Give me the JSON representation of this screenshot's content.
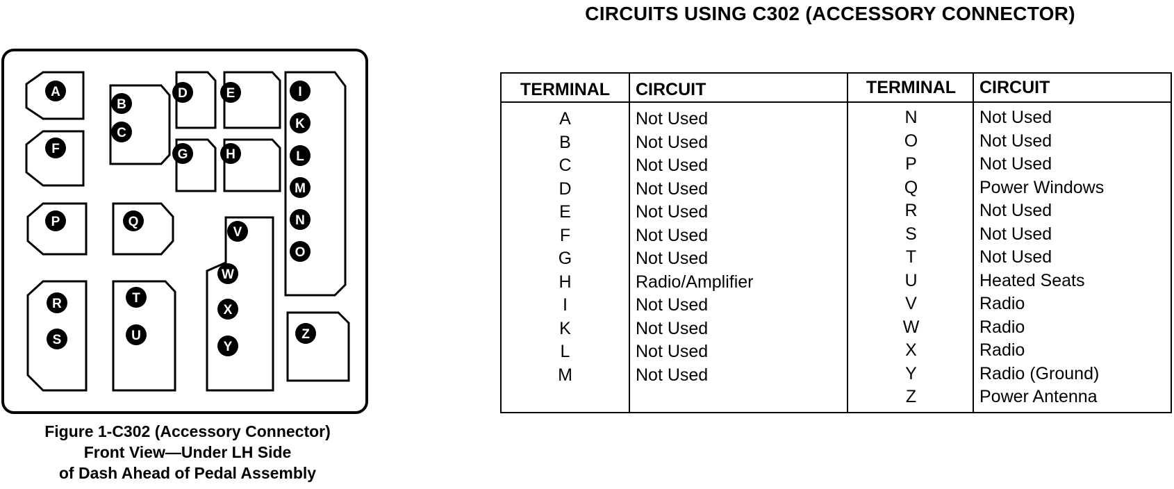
{
  "table": {
    "title": "CIRCUITS USING C302 (ACCESSORY CONNECTOR)",
    "headers": {
      "terminal": "TERMINAL",
      "circuit": "CIRCUIT"
    },
    "left": [
      {
        "terminal": "A",
        "circuit": "Not Used"
      },
      {
        "terminal": "B",
        "circuit": "Not Used"
      },
      {
        "terminal": "C",
        "circuit": "Not Used"
      },
      {
        "terminal": "D",
        "circuit": "Not Used"
      },
      {
        "terminal": "E",
        "circuit": "Not Used"
      },
      {
        "terminal": "F",
        "circuit": "Not Used"
      },
      {
        "terminal": "G",
        "circuit": "Not Used"
      },
      {
        "terminal": "H",
        "circuit": "Radio/Amplifier"
      },
      {
        "terminal": "I",
        "circuit": "Not Used"
      },
      {
        "terminal": "K",
        "circuit": "Not Used"
      },
      {
        "terminal": "L",
        "circuit": "Not Used"
      },
      {
        "terminal": "M",
        "circuit": "Not Used"
      }
    ],
    "right": [
      {
        "terminal": "N",
        "circuit": "Not Used"
      },
      {
        "terminal": "O",
        "circuit": "Not Used"
      },
      {
        "terminal": "P",
        "circuit": "Not Used"
      },
      {
        "terminal": "Q",
        "circuit": "Power Windows"
      },
      {
        "terminal": "R",
        "circuit": "Not Used"
      },
      {
        "terminal": "S",
        "circuit": "Not Used"
      },
      {
        "terminal": "T",
        "circuit": "Not Used"
      },
      {
        "terminal": "U",
        "circuit": "Heated Seats"
      },
      {
        "terminal": "V",
        "circuit": "Radio"
      },
      {
        "terminal": "W",
        "circuit": "Radio"
      },
      {
        "terminal": "X",
        "circuit": "Radio"
      },
      {
        "terminal": "Y",
        "circuit": "Radio (Ground)"
      },
      {
        "terminal": "Z",
        "circuit": "Power Antenna"
      }
    ]
  },
  "figure": {
    "caption": [
      "Figure 1-C302 (Accessory Connector)",
      "Front View—Under LH Side",
      "of Dash Ahead of Pedal Assembly"
    ],
    "pins": [
      "A",
      "B",
      "C",
      "D",
      "E",
      "F",
      "G",
      "H",
      "I",
      "K",
      "L",
      "M",
      "N",
      "O",
      "P",
      "Q",
      "R",
      "S",
      "T",
      "U",
      "V",
      "W",
      "X",
      "Y",
      "Z"
    ]
  },
  "colors": {
    "ink": "#000000",
    "paper": "#ffffff"
  }
}
